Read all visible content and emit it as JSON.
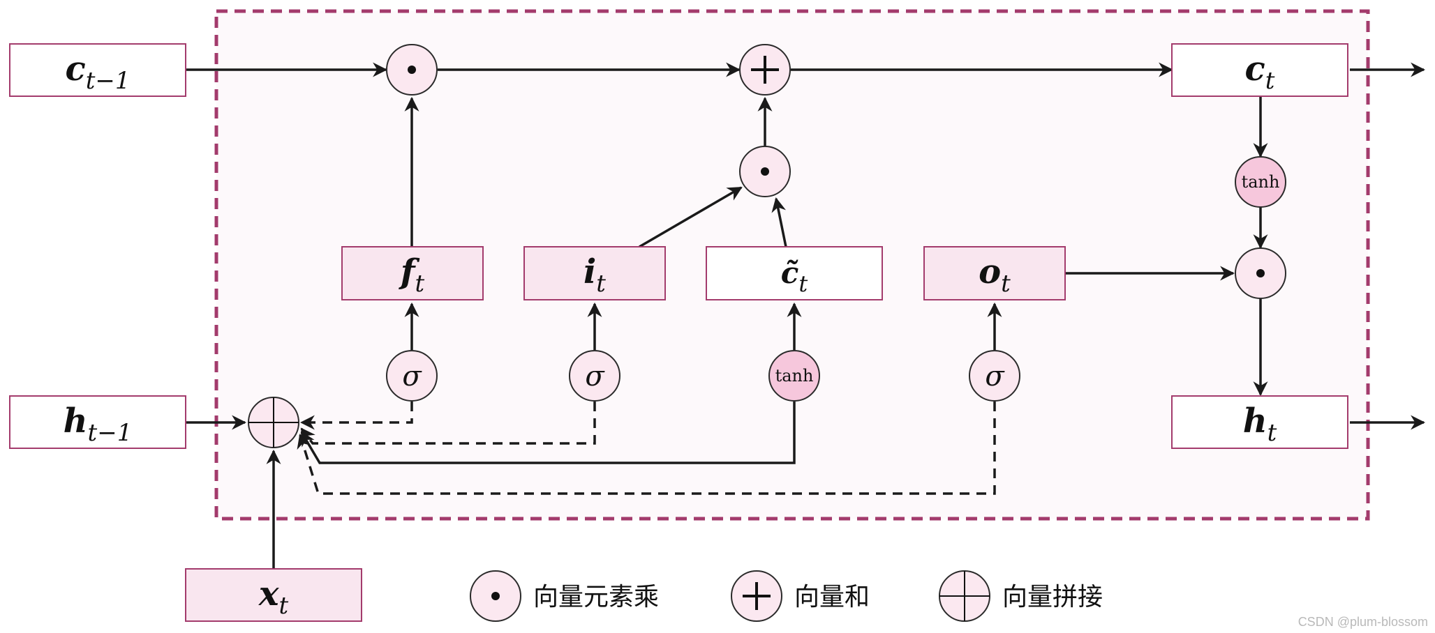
{
  "variables": {
    "c_prev": {
      "base": "c",
      "sub": "t−1"
    },
    "h_prev": {
      "base": "h",
      "sub": "t−1"
    },
    "x_t": {
      "base": "x",
      "sub": "t"
    },
    "c_t": {
      "base": "c",
      "sub": "t"
    },
    "h_t": {
      "base": "h",
      "sub": "t"
    },
    "f_t": {
      "base": "f",
      "sub": "t"
    },
    "i_t": {
      "base": "i",
      "sub": "t"
    },
    "c_tilde": {
      "base": "c̃",
      "sub": "t"
    },
    "o_t": {
      "base": "o",
      "sub": "t"
    }
  },
  "activations": {
    "sigma": "σ",
    "tanh": "tanh"
  },
  "operators": {
    "dot": "•",
    "plus": "+"
  },
  "legend": [
    {
      "icon": "elementwise-multiply",
      "label": "向量元素乘"
    },
    {
      "icon": "vector-add",
      "label": "向量和"
    },
    {
      "icon": "vector-concat",
      "label": "向量拼接"
    }
  ],
  "watermark": "CSDN @plum-blossom",
  "colors": {
    "frame": "#a33b6c",
    "box_fill": "#f9e6ef",
    "tanh_fill": "#f6c7dc",
    "wire": "#1a1a1a"
  }
}
